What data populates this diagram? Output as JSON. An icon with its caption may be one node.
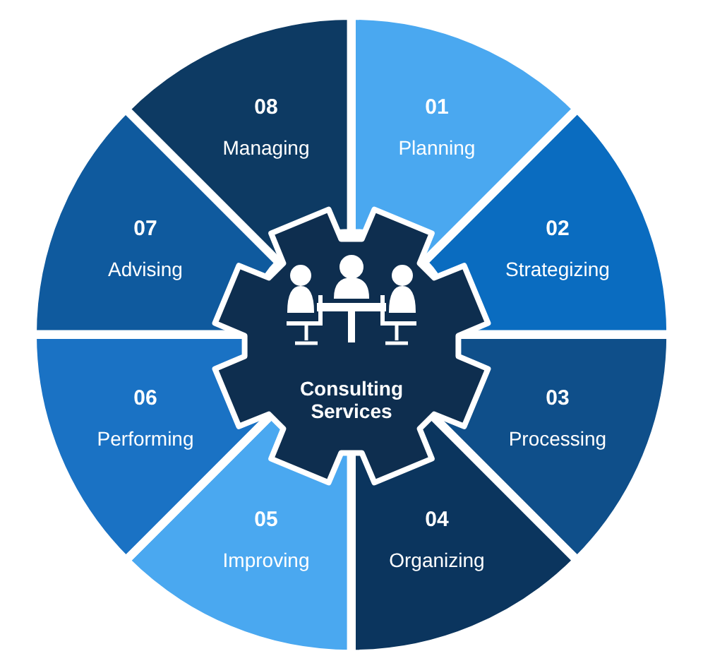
{
  "diagram": {
    "nodes": [
      {
        "text": [
          "Consulting Services"
        ]
      },
      {
        "text": [
          "01",
          "Planning"
        ]
      },
      {
        "text": [
          "02",
          "Strategizing"
        ]
      },
      {
        "text": [
          "03",
          "Processing"
        ]
      },
      {
        "text": [
          "04",
          "Organizing"
        ]
      },
      {
        "text": [
          "05",
          "Improving"
        ]
      },
      {
        "text": [
          "06",
          "Performing"
        ]
      },
      {
        "text": [
          "07",
          "Advising"
        ]
      },
      {
        "text": [
          "08",
          "Managing"
        ]
      }
    ]
  }
}
